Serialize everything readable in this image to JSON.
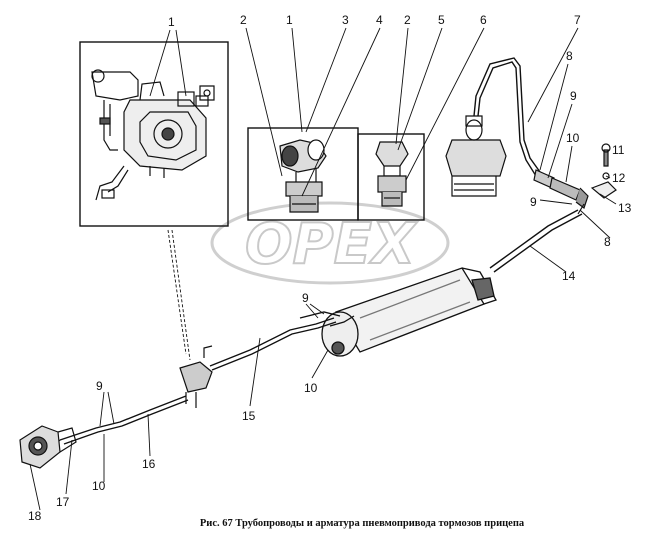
{
  "caption": "Рис. 67  Трубопроводы и арматура пневмопривода тормозов прицепа",
  "watermark": "OPEX",
  "callouts": {
    "c1a": "1",
    "c1b": "1",
    "c2a": "2",
    "c2b": "2",
    "c3": "3",
    "c4": "4",
    "c5": "5",
    "c6": "6",
    "c7": "7",
    "c8a": "8",
    "c8b": "8",
    "c9a": "9",
    "c9b": "9",
    "c9c": "9",
    "c9d": "9",
    "c10a": "10",
    "c10b": "10",
    "c10c": "10",
    "c11": "11",
    "c12": "12",
    "c13": "13",
    "c14": "14",
    "c15": "15",
    "c16": "16",
    "c17": "17",
    "c18": "18"
  }
}
